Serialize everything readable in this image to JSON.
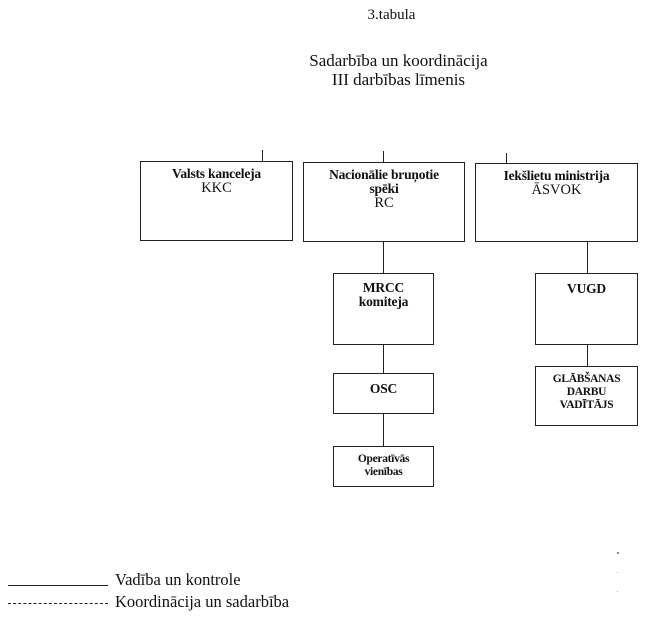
{
  "header": {
    "table_number": "3.tabula",
    "title_line1": "Sadarbība un koordinācija",
    "title_line2": "III darbības līmenis"
  },
  "top_boxes": [
    {
      "name": "Valsts kanceleja",
      "code": "KKC"
    },
    {
      "name_line1": "Nacionālie bruņotie",
      "name_line2": "spēki",
      "code": "RC"
    },
    {
      "name": "Iekšlietu ministrija",
      "code": "ĀSVOK"
    }
  ],
  "nbs_chain": [
    {
      "line1": "MRCC",
      "line2": "komiteja"
    },
    {
      "line1": "OSC"
    },
    {
      "line1": "Operatīvās",
      "line2": "vienības"
    }
  ],
  "im_chain": [
    {
      "line1": "VUGD"
    },
    {
      "line1": "GLĀBŠANAS",
      "line2": "DARBU",
      "line3": "VADĪTĀJS"
    }
  ],
  "legend": [
    {
      "style": "solid",
      "label": "Vadība un kontrole"
    },
    {
      "style": "dashed",
      "label": "Koordinācija un sadarbība"
    }
  ]
}
